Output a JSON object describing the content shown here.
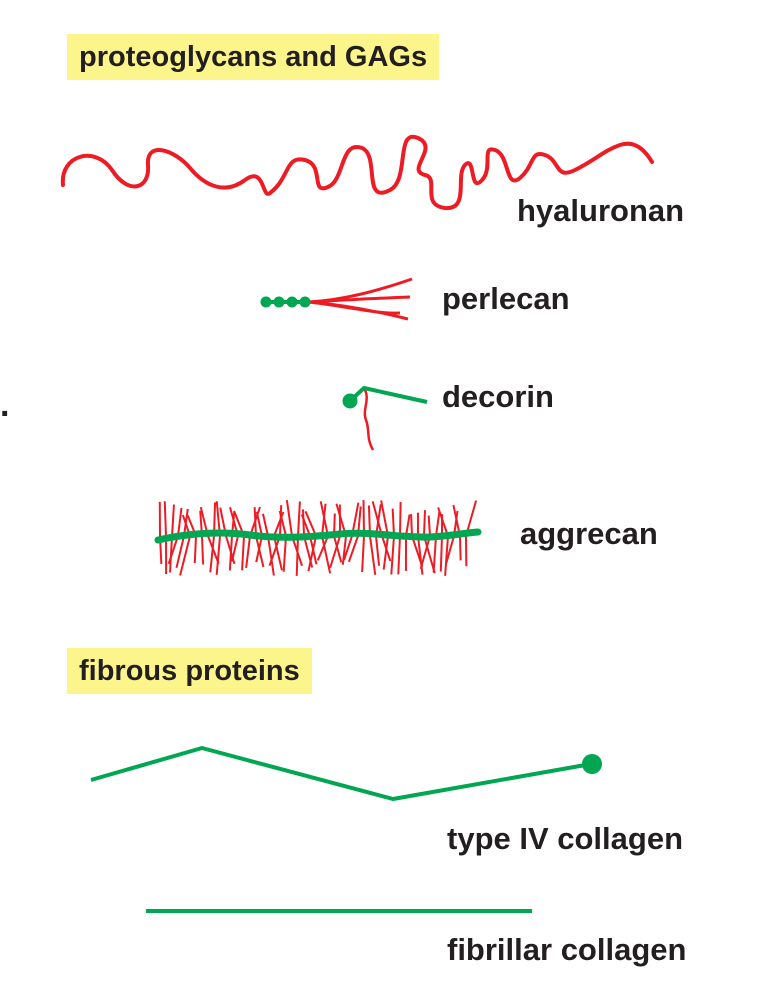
{
  "sections": {
    "proteoglycans": "proteoglycans and GAGs",
    "fibrous": "fibrous proteins"
  },
  "molecules": [
    {
      "name": "hyaluronan",
      "icon": "hyaluronan-coil-icon",
      "colors": [
        "#ed1c24"
      ]
    },
    {
      "name": "perlecan",
      "icon": "perlecan-icon",
      "colors": [
        "#00a651",
        "#ed1c24"
      ]
    },
    {
      "name": "decorin",
      "icon": "decorin-icon",
      "colors": [
        "#00a651",
        "#ed1c24"
      ]
    },
    {
      "name": "aggrecan",
      "icon": "aggrecan-bottlebrush-icon",
      "colors": [
        "#00a651",
        "#ed1c24"
      ]
    },
    {
      "name": "type IV collagen",
      "icon": "type-iv-collagen-icon",
      "colors": [
        "#00a651"
      ]
    },
    {
      "name": "fibrillar collagen",
      "icon": "fibrillar-collagen-icon",
      "colors": [
        "#00a651"
      ]
    }
  ],
  "colors": {
    "protein": "#00a651",
    "gag": "#ed1c24",
    "heading_bg": "#fbf58c",
    "text": "#231f20"
  }
}
